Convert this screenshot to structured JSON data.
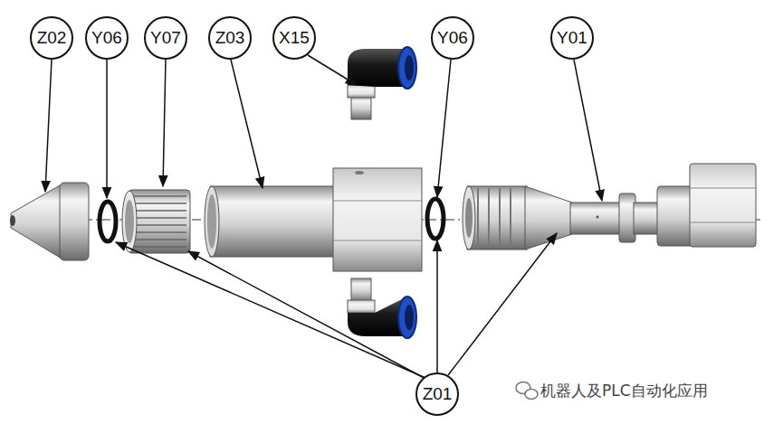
{
  "diagram": {
    "nodes": [
      {
        "text": [
          "Z02"
        ]
      },
      {
        "text": [
          "Y06"
        ]
      },
      {
        "text": [
          "Y07"
        ]
      },
      {
        "text": [
          "Z03"
        ]
      },
      {
        "text": [
          "X15"
        ]
      },
      {
        "text": [
          "Y06"
        ]
      },
      {
        "text": [
          "Y01"
        ]
      },
      {
        "text": [
          "Z01"
        ]
      }
    ],
    "labels": [
      "机器人及PLC自动化应用"
    ]
  }
}
